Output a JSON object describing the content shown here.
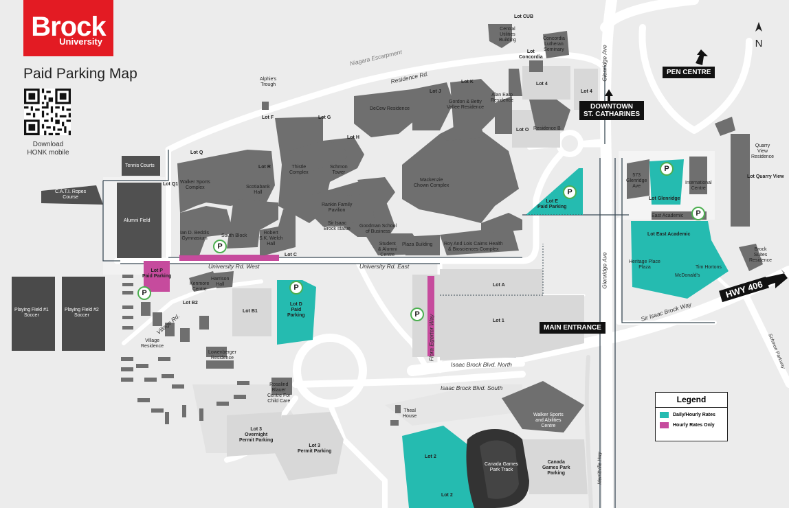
{
  "brand": {
    "name": "Brock",
    "sub": "University",
    "color": "#e31b23"
  },
  "title": "Paid Parking Map",
  "download": {
    "line1": "Download",
    "line2": "HONK mobile"
  },
  "colors": {
    "daily_hourly": "#25bbb0",
    "hourly_only": "#c64b9d",
    "building": "#6f6f6f",
    "road": "#ffffff",
    "ground": "#ececec"
  },
  "icons": {
    "parking": "P-circle-icon",
    "north": "north-arrow-icon",
    "qr": "qr-code-icon"
  },
  "compass": "N",
  "legend": {
    "title": "Legend",
    "daily_hourly": "Daily/Hourly Rates",
    "hourly_only": "Hourly Rates Only"
  },
  "callouts": {
    "pen_centre": "PEN CENTRE",
    "downtown_1": "DOWNTOWN",
    "downtown_2": "ST. CATHARINES",
    "main_entrance": "MAIN ENTRANCE",
    "hwy406": "HWY 406"
  },
  "parking_symbol": "P",
  "paid_lots": {
    "lot_e_1": "Lot E",
    "lot_e_2": "Paid Parking",
    "lot_d_1": "Lot D",
    "lot_d_2": "Paid",
    "lot_d_3": "Parking",
    "lot_p_1": "Lot P",
    "lot_p_2": "Paid Parking",
    "lot_glenridge": "Lot Glenridge",
    "lot_east_academic": "Lot East Academic",
    "lot_2a": "Lot 2",
    "lot_2b": "Lot 2"
  },
  "lots": {
    "cub": "Lot CUB",
    "lot_c": "Lot",
    "lot_c2": "Concordia",
    "lot_k": "Lot K",
    "lot_4a": "Lot 4",
    "lot_4b": "Lot 4",
    "lot_j": "Lot J",
    "lot_o": "Lot O",
    "lot_f": "Lot F",
    "lot_g": "Lot G",
    "lot_h": "Lot H",
    "lot_q": "Lot Q",
    "lot_r": "Lot R",
    "lot_q1": "Lot Q1",
    "lot_c_small": "Lot C",
    "lot_a": "Lot A",
    "lot_1": "Lot 1",
    "lot_b1": "Lot B1",
    "lot_b2": "Lot B2",
    "lot_3a_1": "Lot 3",
    "lot_3a_2": "Overnight",
    "lot_3a_3": "Permit Parking",
    "lot_3b_1": "Lot 3",
    "lot_3b_2": "Permit Parking",
    "lot_quarry": "Lot Quarry View",
    "games_park_1": "Canada",
    "games_park_2": "Games Park",
    "games_park_3": "Parking"
  },
  "buildings": {
    "cub_1": "Central",
    "cub_2": "Utilities",
    "cub_3": "Building",
    "concordia_1": "Concordia",
    "concordia_2": "Lutheran",
    "concordia_3": "Seminary",
    "alphies_1": "Alphie's",
    "alphies_2": "Trough",
    "decew": "DeCew Residence",
    "gordon_1": "Gordon & Betty",
    "gordon_2": "Vallee Residence",
    "alan_1": "Alan Earp",
    "alan_2": "Residence",
    "residence_b": "Residence B",
    "tennis": "Tennis Courts",
    "cati_1": "C.A.T.I. Ropes",
    "cati_2": "Course",
    "alumni": "Alumni Field",
    "walker_1": "Walker Sports",
    "walker_2": "Complex",
    "thistle_1": "Thistle",
    "thistle_2": "Complex",
    "schmon_1": "Schmon",
    "schmon_2": "Tower",
    "scotiabank_1": "Scotiabank",
    "scotiabank_2": "Hall",
    "mackenzie_1": "Mackenzie",
    "mackenzie_2": "Chown Complex",
    "rankin_1": "Rankin Family",
    "rankin_2": "Pavilion",
    "statue_1": "Sir Isaac",
    "statue_2": "Brock statue",
    "goodman_1": "Goodman School",
    "goodman_2": "of Business",
    "beddis_1": "Ian D. Beddis",
    "beddis_2": "Gymnasium",
    "south_block": "South Block",
    "welch_1": "Robert",
    "welch_2": "S.K. Welch",
    "welch_3": "Hall",
    "alumni_centre_1": "Student",
    "alumni_centre_2": "& Alumni",
    "alumni_centre_3": "Centre",
    "plaza": "Plaza Building",
    "cairns_1": "Roy And Lois Cairns Health",
    "cairns_2": "& Biosciences Complex",
    "kenmore_1": "Kenmore",
    "kenmore_2": "Centre",
    "harrison_1": "Harrison",
    "harrison_2": "Hall",
    "village_1": "Village",
    "village_2": "Residence",
    "lowenberger_1": "Lowenberger",
    "lowenberger_2": "Residence",
    "rosalind_1": "Rosalind",
    "rosalind_2": "Blauer",
    "rosalind_3": "Centre For",
    "rosalind_4": "Child Care",
    "theal_1": "Theal",
    "theal_2": "House",
    "walker_abilities_1": "Walker Sports",
    "walker_abilities_2": "and Abilities",
    "walker_abilities_3": "Centre",
    "games_track_1": "Canada Games",
    "games_track_2": "Park Track",
    "glenridge_573_1": "573",
    "glenridge_573_2": "Glenridge",
    "glenridge_573_3": "Ave",
    "international_1": "International",
    "international_2": "Centre",
    "east_academic": "East Academic",
    "heritage_1": "Heritage Place",
    "heritage_2": "Plaza",
    "mcdonalds": "McDonald's",
    "tims": "Tim Hortons",
    "quarry_1": "Quarry",
    "quarry_2": "View",
    "quarry_3": "Residence",
    "brock_suites_1": "Brock",
    "brock_suites_2": "Suites",
    "brock_suites_3": "Residence",
    "field1_1": "Playing Field #1",
    "field1_2": "Soccer",
    "field2_1": "Playing Field #2",
    "field2_2": "Soccer"
  },
  "roads": {
    "niagara_escarpment": "Niagara Escarpment",
    "residence_rd": "Residence Rd.",
    "glenridge_top": "Glenridge Ave",
    "glenridge_bottom": "Glenridge Ave",
    "university_west": "University Rd. West",
    "university_east": "University Rd. East",
    "village_rd": "Village Rd.",
    "flora_egerter": "Flora Egerter Way",
    "isaac_north": "Isaac Brock Blvd. North",
    "isaac_south": "Isaac Brock Blvd. South",
    "sir_isaac_way": "Sir Isaac Brock Way",
    "schmon_pkwy": "Schmon Parkway",
    "merrittville": "Merrittville Hwy"
  }
}
